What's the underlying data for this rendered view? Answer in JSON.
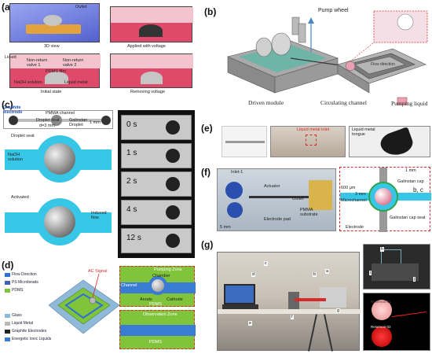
{
  "panels": {
    "a": {
      "label": "(a)",
      "outlet": "Outlet",
      "view3d": "3D view",
      "applied": "Applied with voltage",
      "initial": "Initial state",
      "removing": "Removing voltage",
      "liquid": "Liquid",
      "valve1": "Non-return valve 1",
      "valve2": "Non-return valve 2",
      "pdms": "PDMS film",
      "naoh": "NaOH solution",
      "liquid_metal": "Liquid metal"
    },
    "b": {
      "label": "(b)",
      "pump_wheel": "Pump wheel",
      "driven": "Driven module",
      "circulating": "Circulating  channel",
      "pumping_liquid": "Pumping liquid",
      "flow_direction": "Flow direction"
    },
    "c": {
      "label": "(c)",
      "graphite": "Graphite electrode",
      "pmma": "PMMA channel",
      "droplet_seat": "Droplet seat",
      "droplet_dim": "d=3 mm",
      "galinstan": "Galinstan Droplet",
      "scale": "1 mm",
      "seat_label": "Droplet seat",
      "naoh": "NaOH solution",
      "activated": "Activated",
      "induced": "Induced flow",
      "times": [
        "0 s",
        "1 s",
        "2 s",
        "4 s",
        "12 s"
      ]
    },
    "d": {
      "label": "(d)",
      "ac_signal": "AC Signal",
      "pumping_zone": "Pumping Zone",
      "chamber": "Chamber",
      "channel": "Channel",
      "anode": "Anode",
      "cathode": "Cathode",
      "pdms": "PDMS",
      "observation": "Observation Zone",
      "legend": [
        "Flow Direction",
        "PS Microbeads",
        "PDMS",
        "Glass",
        "Liquid Metal",
        "Graphite Electrodes",
        "Energetic Ionic Liquids"
      ]
    },
    "e": {
      "label": "(e)",
      "inlet": "Liquid metal inlet",
      "tongue": "Liquid metal tongue"
    },
    "f": {
      "label": "(f)",
      "inlet": "Inlet-1",
      "actuator": "Actuator",
      "outlet": "Outlet",
      "pmma": "PMMA substrate",
      "electrode_pad": "Electrode pad",
      "scale": "5 mm",
      "dim_1mm": "1 mm",
      "dim_600": "600 μm",
      "dim_3mm": "3 mm",
      "galinstan_cap": "Galinstan cap",
      "cap_seat": "Galinstan cap seat",
      "microchannel": "Microchannel",
      "electrode": "Electrode",
      "bc": "b, c"
    },
    "g": {
      "label": "(g)",
      "letters": [
        "a",
        "b",
        "c",
        "d",
        "e",
        "f",
        "g",
        "h",
        "i",
        "j"
      ],
      "reservoir1": "Reservoir 01",
      "reservoir2": "Reservoir 02"
    }
  },
  "colors": {
    "pdms_blue": "#5a6fd6",
    "liquid_metal": "#c0c0c0",
    "naoh_cyan": "#38c6e6",
    "pink": "#e88aa0",
    "green_board": "#7fc43a",
    "red_dash": "#d62b2b"
  }
}
